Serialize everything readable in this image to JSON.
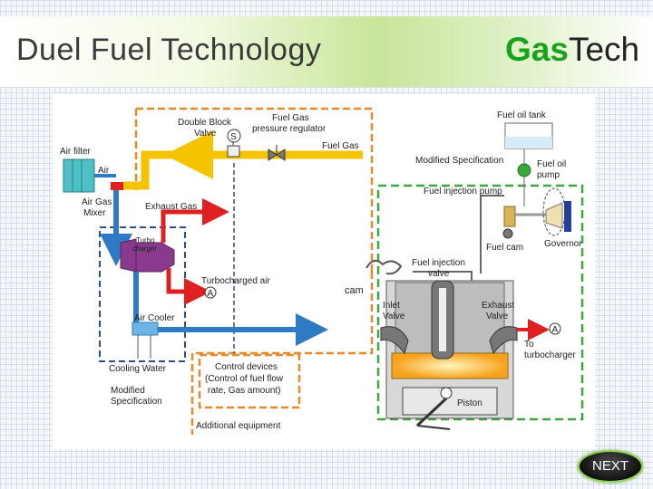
{
  "header": {
    "title": "Duel Fuel Technology",
    "brand_highlight": "Gas",
    "brand_rest": "Tech"
  },
  "diagram": {
    "labels": {
      "double_block_valve_1": "Double Block",
      "double_block_valve_2": "Valve",
      "pressure_regulator_1": "Fuel Gas",
      "pressure_regulator_2": "pressure regulator",
      "fuel_gas": "Fuel Gas",
      "air_filter": "Air filter",
      "air": "Air",
      "air_gas_mixer_1": "Air Gas",
      "air_gas_mixer_2": "Mixer",
      "exhaust_gas": "Exhaust Gas",
      "turbo_1": "Turbo",
      "turbo_2": "charger",
      "turbocharged_air": "Turbocharged air",
      "air_cooler": "Air Cooler",
      "cooling_water": "Cooling Water",
      "modified_spec_left_1": "Modified",
      "modified_spec_left_2": "Specification",
      "control_devices_1": "Control devices",
      "control_devices_2": "(Control of fuel flow",
      "control_devices_3": "rate, Gas amount)",
      "additional_equipment": "Additional equipment",
      "fuel_oil_tank": "Fuel oil tank",
      "modified_spec_right": "Modified Specification",
      "fuel_oil_pump_1": "Fuel oil",
      "fuel_oil_pump_2": "pump",
      "fuel_injection_pump": "Fuel injection pump",
      "fuel_cam": "Fuel cam",
      "governor": "Governor",
      "cam": "cam",
      "fuel_injection_valve_1": "Fuel injection",
      "fuel_injection_valve_2": "valve",
      "inlet_valve_1": "Inlet",
      "inlet_valve_2": "Valve",
      "exhaust_valve_1": "Exhaust",
      "exhaust_valve_2": "Valve",
      "to_turbocharger_1": "To",
      "to_turbocharger_2": "turbocharger",
      "piston": "Piston",
      "marker_a": "A",
      "marker_s": "S"
    },
    "colors": {
      "fuel_gas_line": "#f5c400",
      "air_line": "#2e7bc4",
      "exhaust_line": "#e02020",
      "additional_boundary": "#e8892b",
      "modified_boundary": "#2d4f8e",
      "engine_boundary": "#3aa93a",
      "turbocharger": "#8a3a8e",
      "combustion": "#f7a21b"
    }
  },
  "nav": {
    "next_label": "NEXT"
  }
}
